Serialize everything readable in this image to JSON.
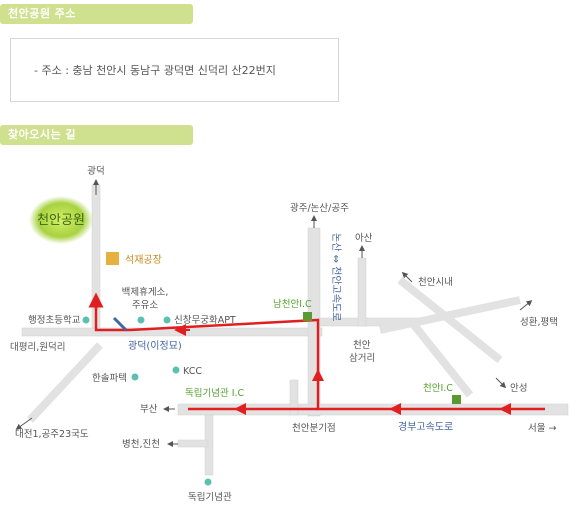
{
  "section1": {
    "title": "천안공원 주소"
  },
  "address": {
    "text": "- 주소 : 충남 천안시 동남구 광덕면 신덕리 산22번지"
  },
  "section2": {
    "title": "찾아오시는 길"
  },
  "map": {
    "park": "천안공원",
    "gwangdeok_top": "광덕",
    "stone_factory": "석재공장",
    "rest_area": "백제휴게소,",
    "gas_station": "주유소",
    "haengjeong_school": "행정초등학교",
    "sinchang_apt": "신창무궁화APT",
    "daepyeong": "대평리,원덕리",
    "gwangdeok_ijeongmyo": "광덕(이정묘)",
    "kcc": "KCC",
    "hansol": "한솔파텍",
    "dongnip_ic": "독립기념관 I.C",
    "busan": "부산",
    "daejeon": "대전1,공주23국도",
    "byeongcheon": "병천,진천",
    "dongnip_museum": "독립기념관",
    "gwangju_nonsan": "광주/논산/공주",
    "asan": "아산",
    "nonsan_highway": "논산 ⇔ 천안고속도로",
    "namcheonan_ic": "남천안I.C",
    "cheonan_samgeori": "천안",
    "samgeori": "삼거리",
    "cheonan_city": "천안시내",
    "seonghwan": "성환,평택",
    "cheonan_ic": "천안I.C",
    "anseong": "안성",
    "junction": "천안분기점",
    "gyeongbu": "경부고속도로",
    "seoul": "서울 →"
  },
  "colors": {
    "header_bg": "#cfe08f",
    "route": "#e02020",
    "road": "#dcdcdc",
    "poi": "#5cc0b0",
    "park": "#b5d842"
  }
}
